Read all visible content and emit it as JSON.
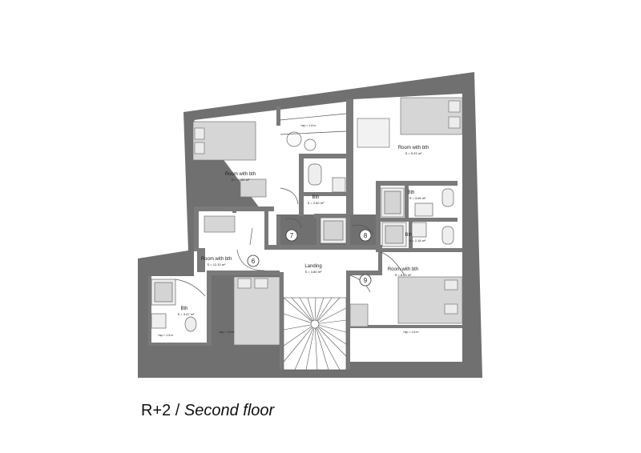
{
  "caption": {
    "level": "R+2",
    "separator": " / ",
    "name": "Second floor"
  },
  "rooms": [
    {
      "id": "room-top-left",
      "label": "Room with bth",
      "area": "S = 11.60 m²"
    },
    {
      "id": "room-top-right",
      "label": "Room with bth",
      "area": "S = 9.23 m²"
    },
    {
      "id": "room-6",
      "label": "Room with bth",
      "area": "S = 12.10 m²"
    },
    {
      "id": "room-9",
      "label": "Room with bth",
      "area": "S = 8.03 m²"
    },
    {
      "id": "bath-7",
      "label": "Bth",
      "area": "S = 2.60 m²"
    },
    {
      "id": "bath-8a",
      "label": "Bth",
      "area": "S = 3.06 m²"
    },
    {
      "id": "bath-8b",
      "label": "Bth",
      "area": "S = 2.18 m²"
    },
    {
      "id": "bath-6",
      "label": "Bth",
      "area": "S = 3.07 m²"
    },
    {
      "id": "landing",
      "label": "Landing",
      "area": "S = 4.80 m²"
    }
  ],
  "door_numbers": [
    "6",
    "7",
    "8",
    "9"
  ],
  "height_notes": [
    "hsp < 1.8 m",
    "hsp < 1.8 m",
    "hsp < 1.8 m",
    "hsp < 1.8 m"
  ],
  "colors": {
    "outer_wall": "#707070",
    "wall": "#7a7a7a",
    "furniture": "#d6d6d6",
    "line": "#555555"
  }
}
